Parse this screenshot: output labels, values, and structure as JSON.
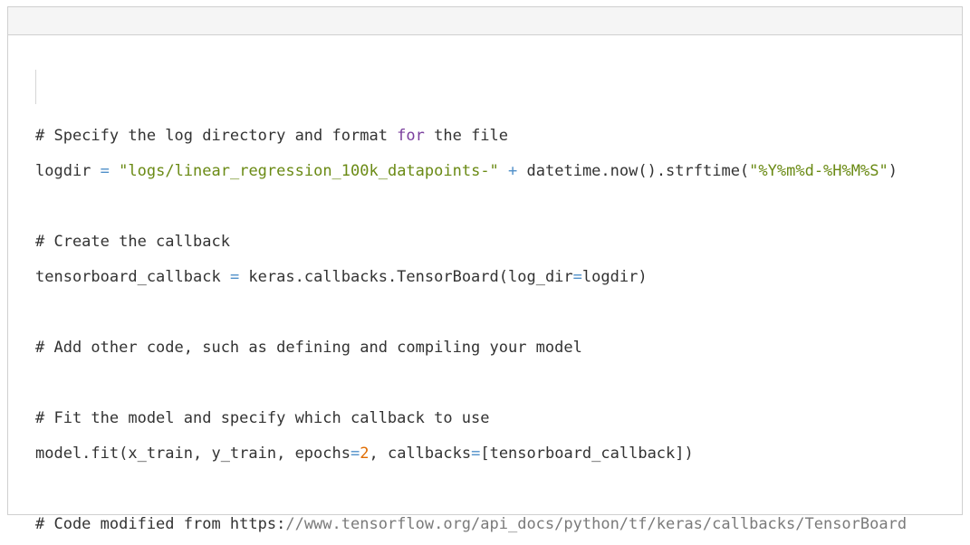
{
  "code": {
    "lines": [
      {
        "segments": [
          {
            "text": "# Specify the log directory and format ",
            "kind": "com"
          },
          {
            "text": "for",
            "kind": "kw"
          },
          {
            "text": " the file",
            "kind": "com"
          }
        ]
      },
      {
        "segments": [
          {
            "text": "logdir ",
            "kind": "plain"
          },
          {
            "text": "=",
            "kind": "op"
          },
          {
            "text": " ",
            "kind": "plain"
          },
          {
            "text": "\"logs/linear_regression_100k_datapoints-\"",
            "kind": "str"
          },
          {
            "text": " ",
            "kind": "plain"
          },
          {
            "text": "+",
            "kind": "op"
          },
          {
            "text": " datetime.now().strftime(",
            "kind": "plain"
          },
          {
            "text": "\"%Y%m%d-%H%M%S\"",
            "kind": "str"
          },
          {
            "text": ")",
            "kind": "plain"
          }
        ]
      },
      {
        "segments": []
      },
      {
        "segments": [
          {
            "text": "# Create the callback",
            "kind": "com"
          }
        ]
      },
      {
        "segments": [
          {
            "text": "tensorboard_callback ",
            "kind": "plain"
          },
          {
            "text": "=",
            "kind": "op"
          },
          {
            "text": " keras.callbacks.TensorBoard(log_dir",
            "kind": "plain"
          },
          {
            "text": "=",
            "kind": "op"
          },
          {
            "text": "logdir)",
            "kind": "plain"
          }
        ]
      },
      {
        "segments": []
      },
      {
        "segments": [
          {
            "text": "# Add other code, such as defining and compiling your model",
            "kind": "com"
          }
        ]
      },
      {
        "segments": []
      },
      {
        "segments": [
          {
            "text": "# Fit the model and specify which callback to use",
            "kind": "com"
          }
        ]
      },
      {
        "segments": [
          {
            "text": "model.fit(x_train, y_train, epochs",
            "kind": "plain"
          },
          {
            "text": "=",
            "kind": "op"
          },
          {
            "text": "2",
            "kind": "num"
          },
          {
            "text": ", callbacks",
            "kind": "plain"
          },
          {
            "text": "=",
            "kind": "op"
          },
          {
            "text": "[tensorboard_callback])",
            "kind": "plain"
          }
        ]
      },
      {
        "segments": []
      },
      {
        "segments": [
          {
            "text": "# Code modified from https:",
            "kind": "com"
          },
          {
            "text": "//www.tensorflow.org/api_docs/python/tf/keras/callbacks/TensorBoard",
            "kind": "url"
          }
        ]
      }
    ]
  }
}
